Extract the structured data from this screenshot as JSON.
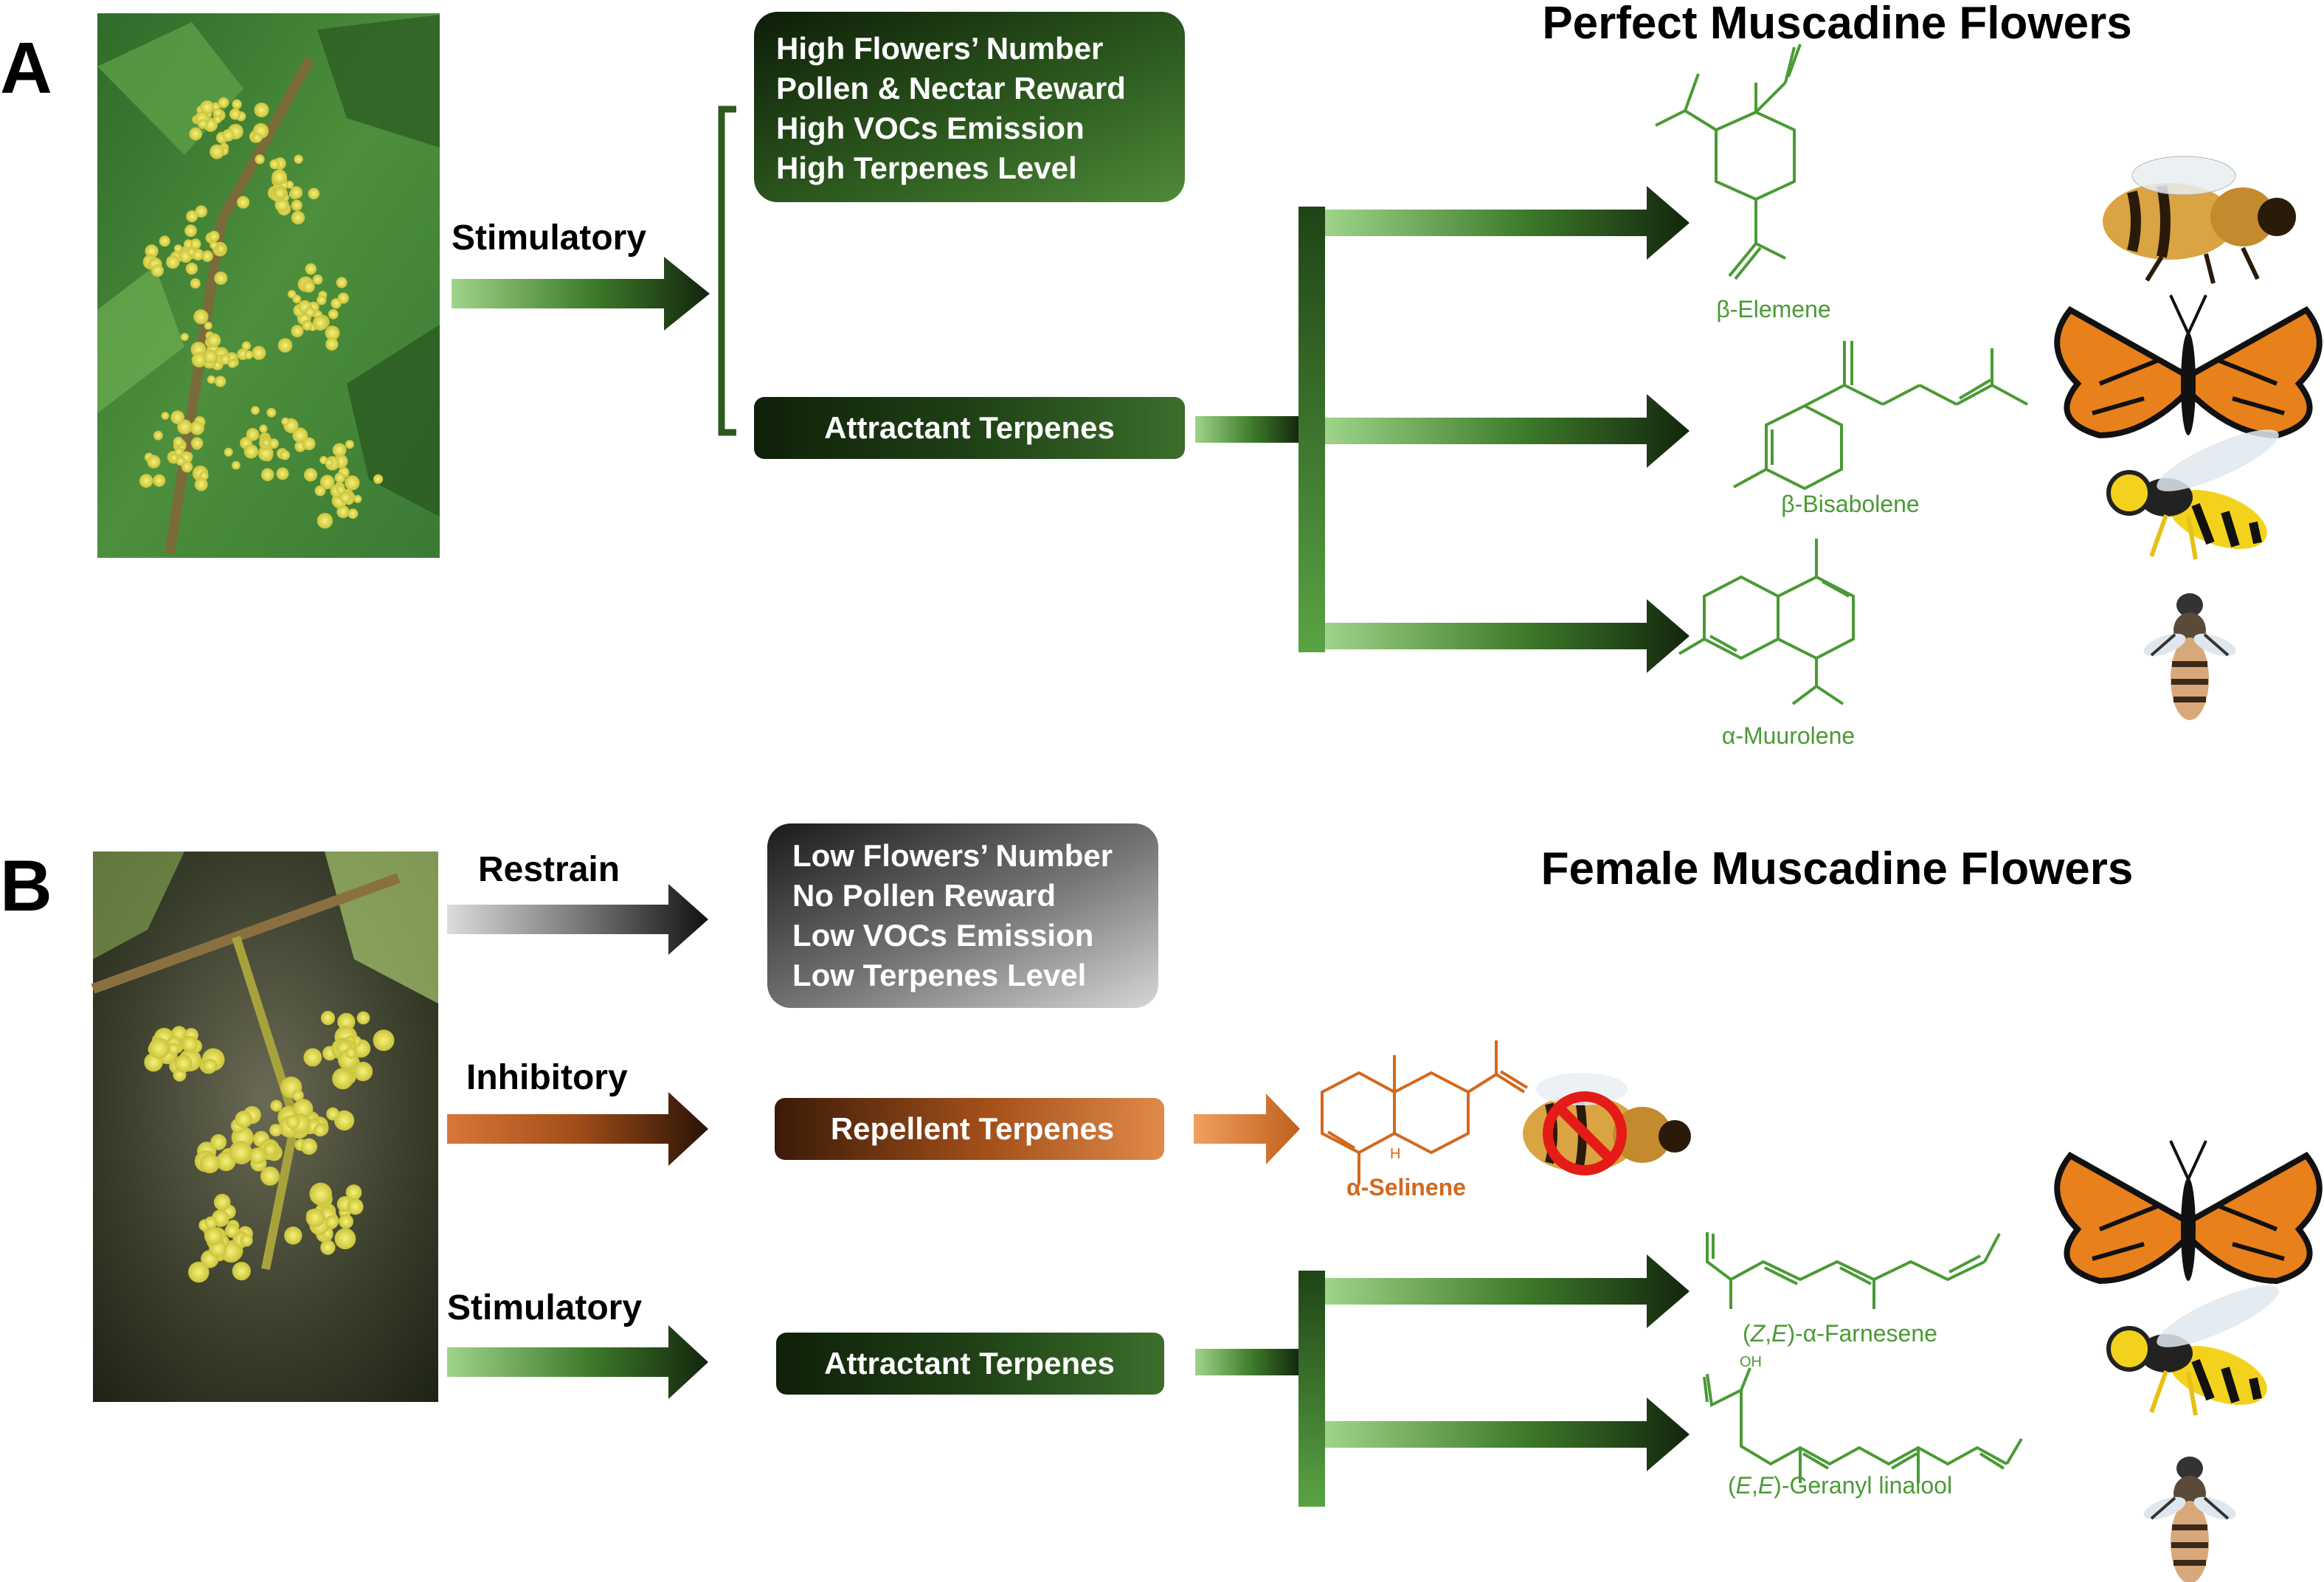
{
  "panel_a": {
    "letter": "A",
    "title": "Perfect Muscadine Flowers",
    "stimulatory_label": "Stimulatory",
    "traits": [
      "High Flowers’ Number",
      "Pollen & Nectar Reward",
      "High VOCs Emission",
      "High Terpenes Level"
    ],
    "attractant_label": "Attractant Terpenes",
    "compounds": [
      "β-Elemene",
      "β-Bisabolene",
      "α-Muurolene"
    ],
    "pollinators": [
      "bumblebee",
      "monarch-butterfly",
      "wasp",
      "honeybee"
    ]
  },
  "panel_b": {
    "letter": "B",
    "title": "Female Muscadine Flowers",
    "restrain_label": "Restrain",
    "traits": [
      "Low Flowers’ Number",
      "No Pollen Reward",
      "Low VOCs Emission",
      "Low Terpenes Level"
    ],
    "inhibitory_label": "Inhibitory",
    "repellent_label": "Repellent Terpenes",
    "repellent_compound": "α-Selinene",
    "stimulatory_label": "Stimulatory",
    "attractant_label": "Attractant Terpenes",
    "compounds": [
      {
        "prefix": "(",
        "i1": "Z",
        "mid": ",",
        "i2": "E",
        "rest": ")-α-Farnesene"
      },
      {
        "prefix": "(",
        "i1": "E",
        "mid": ",",
        "i2": "E",
        "rest": ")-Geranyl linalool"
      }
    ],
    "pollinators": [
      "monarch-butterfly",
      "wasp",
      "honeybee"
    ]
  },
  "colors": {
    "green_dark": "#1c3a14",
    "green_mid": "#3d7a2a",
    "green_light": "#9fd48a",
    "chem_green": "#4a9a35",
    "orange": "#d2691e",
    "gray_dark": "#1a1a1a"
  }
}
